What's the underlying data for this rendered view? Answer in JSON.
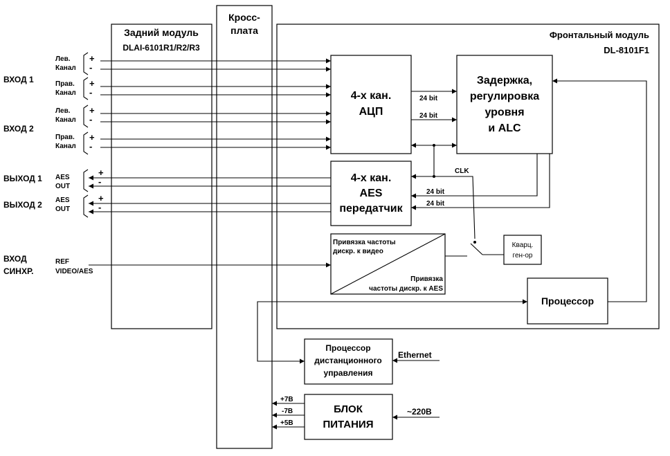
{
  "rear_module": {
    "title": "Задний модуль",
    "model": "DLAI-6101R1/R2/R3"
  },
  "crossboard": {
    "line1": "Кросс-",
    "line2": "плата"
  },
  "front_module": {
    "title": "Фронтальный модуль",
    "model": "DL-8101F1"
  },
  "inputs": {
    "in1": "ВХОД 1",
    "in2": "ВХОД 2",
    "left": [
      "Лев.",
      "Канал"
    ],
    "right": [
      "Прав.",
      "Канал"
    ],
    "plus": "+",
    "minus": "-"
  },
  "outputs": {
    "out1": "ВЫХОД 1",
    "out2": "ВЫХОД 2",
    "aes": [
      "AES",
      "OUT"
    ]
  },
  "sync": {
    "label": [
      "ВХОД",
      "СИНХР."
    ],
    "ref": [
      "REF",
      "VIDEO/AES"
    ]
  },
  "adc": [
    "4-х кан.",
    "АЦП"
  ],
  "delay": [
    "Задержка,",
    "регулировка",
    "уровня",
    "и ALC"
  ],
  "aes_tx": [
    "4-х кан.",
    "AES",
    "передатчик"
  ],
  "bus_24bit": "24 bit",
  "clk": "CLK",
  "freq_lock": {
    "top": [
      "Привязка частоты",
      "дискр. к видео"
    ],
    "bottom": [
      "Привязка",
      "частоты дискр. к AES"
    ]
  },
  "crystal": [
    "Кварц.",
    "ген-ор"
  ],
  "processor": "Процессор",
  "remote": [
    "Процессор",
    "дистанционного",
    "управления"
  ],
  "ethernet": "Ethernet",
  "psu": [
    "БЛОК",
    "ПИТАНИЯ"
  ],
  "rails": [
    "+7В",
    "-7В",
    "+5В"
  ],
  "mains": "~220В"
}
